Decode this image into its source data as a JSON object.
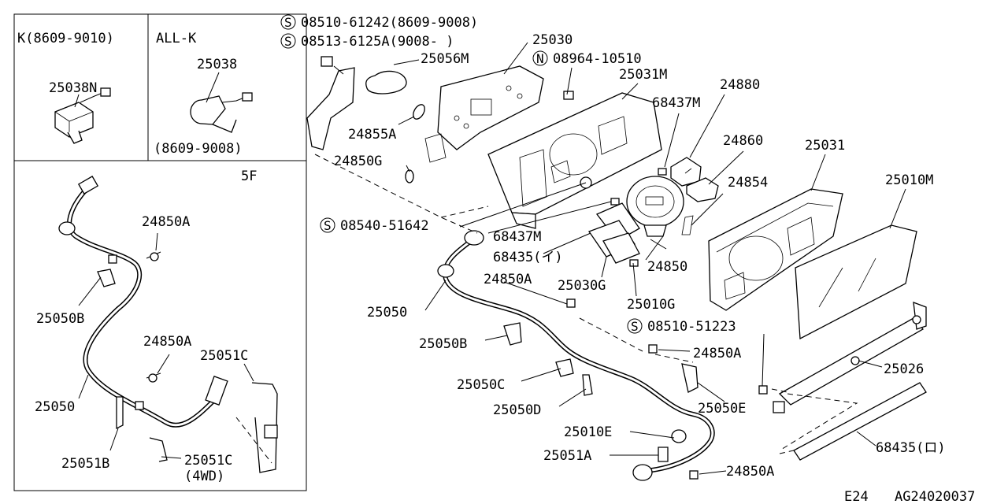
{
  "inset_left": {
    "box_k_label": "K(8609-9010)",
    "box_k_part": "25038N",
    "box_allk_label": "ALL-K",
    "box_allk_part": "25038",
    "box_allk_date": "(8609-9008)",
    "box_5f_label": "5F",
    "parts": {
      "p24850A_top": "24850A",
      "p25050B": "25050B",
      "p24850A_mid": "24850A",
      "p25051C_top": "25051C",
      "p25050": "25050",
      "p25051B": "25051B",
      "p25051C_bot": "25051C",
      "p4wd": "(4WD)"
    }
  },
  "screw_refs": {
    "s1": "08510-61242(8609-9008)",
    "s2": "08513-6125A(9008-  )",
    "n1": "08964-10510",
    "s3": "08540-51642",
    "s4": "08510-51223",
    "s_symbol": "S",
    "n_symbol": "N"
  },
  "main_parts": {
    "p25030": "25030",
    "p25056M": "25056M",
    "p25031M": "25031M",
    "p24880": "24880",
    "p68437M_top": "68437M",
    "p24855A": "24855A",
    "p24860": "24860",
    "p25031": "25031",
    "p25010M": "25010M",
    "p24850G": "24850G",
    "p24854": "24854",
    "p68437M_mid": "68437M",
    "p68435i": "68435(イ)",
    "p24850": "24850",
    "p24850A_a": "24850A",
    "p25030G": "25030G",
    "p25050": "25050",
    "p25010G": "25010G",
    "p25050B": "25050B",
    "p24850A_b": "24850A",
    "p25026": "25026",
    "p25050C": "25050C",
    "p25050D": "25050D",
    "p25050E": "25050E",
    "p25010E": "25010E",
    "p25051A": "25051A",
    "p68435ro": "68435(ロ)",
    "p24850A_c": "24850A"
  },
  "footer": {
    "page_code": "E24",
    "drawing_id": "AG24020037"
  }
}
